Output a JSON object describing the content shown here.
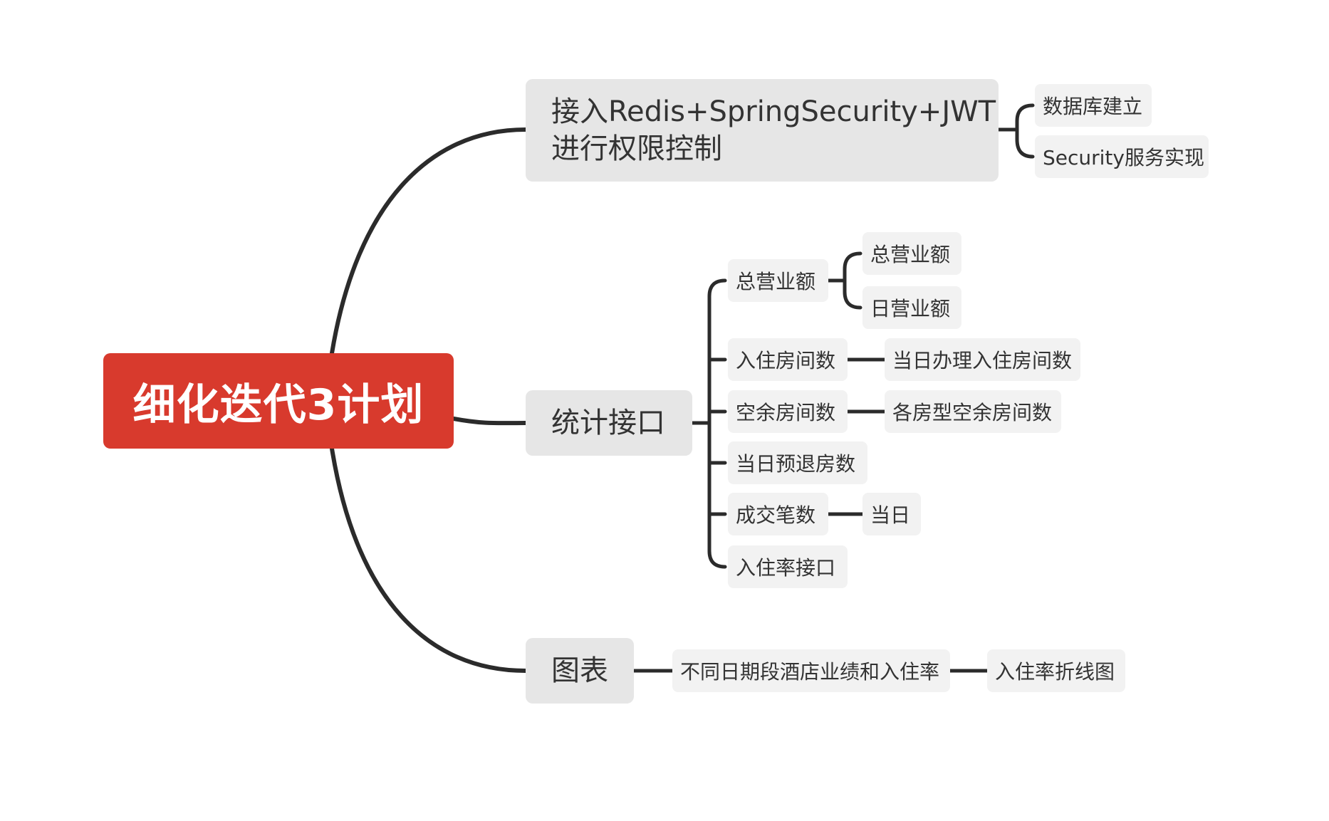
{
  "root": {
    "label": "细化迭代3计划"
  },
  "branches": [
    {
      "label": "接入Redis+SpringSecurity+JWT进行权限控制",
      "label_lines": [
        "接入Redis+SpringSecurity+JWT",
        "进行权限控制"
      ],
      "children": [
        "数据库建立",
        "Security服务实现"
      ]
    },
    {
      "label": "统计接口",
      "children": [
        {
          "label": "总营业额",
          "children": [
            "总营业额",
            "日营业额"
          ]
        },
        {
          "label": "入住房间数",
          "children": [
            "当日办理入住房间数"
          ]
        },
        {
          "label": "空余房间数",
          "children": [
            "各房型空余房间数"
          ]
        },
        {
          "label": "当日预退房数",
          "children": []
        },
        {
          "label": "成交笔数",
          "children": [
            "当日"
          ]
        },
        {
          "label": "入住率接口",
          "children": []
        }
      ]
    },
    {
      "label": "图表",
      "children": [
        {
          "label": "不同日期段酒店业绩和入住率",
          "children": [
            "入住率折线图"
          ]
        }
      ]
    }
  ],
  "colors": {
    "root_bg": "#d83a2d",
    "root_text": "#ffffff",
    "main_bg": "#e6e6e6",
    "sub_bg": "#f2f2f2",
    "line": "#2b2b2b",
    "text": "#333333"
  }
}
